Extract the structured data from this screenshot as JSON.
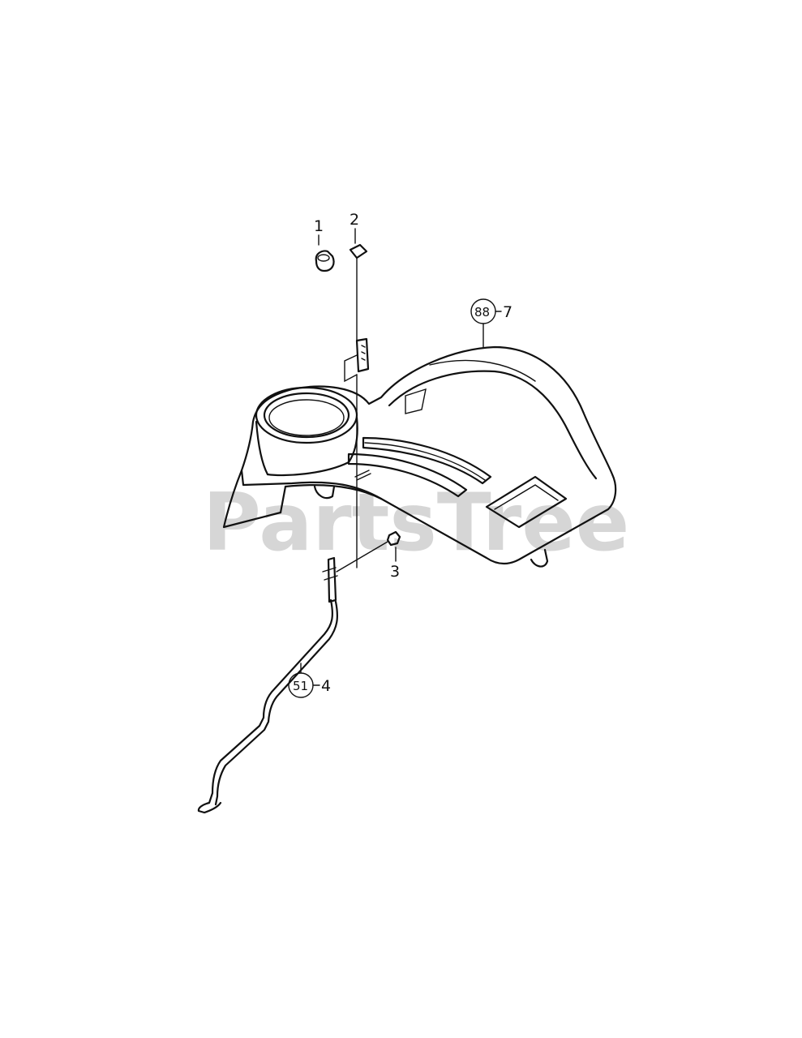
{
  "watermark": "PartsTree",
  "callouts": {
    "part1": "1",
    "part2": "2",
    "part3": "3",
    "part4_ref": "51",
    "part4": "4",
    "part7_ref": "88",
    "part7": "7"
  }
}
